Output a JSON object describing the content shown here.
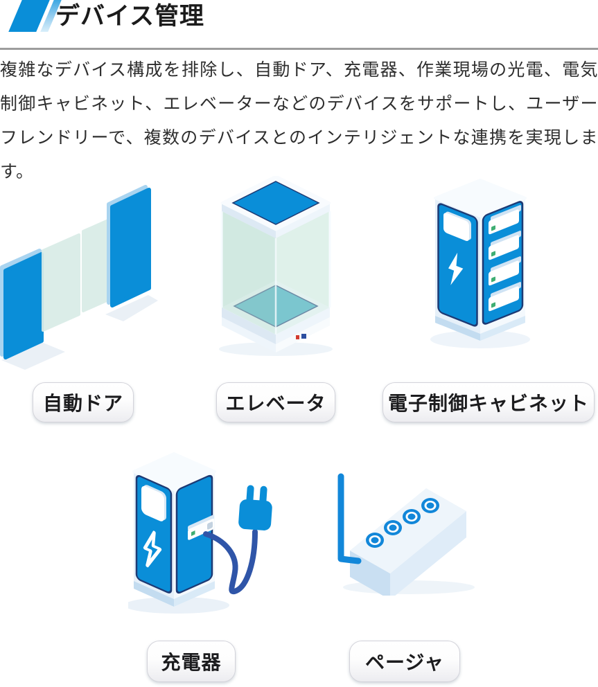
{
  "header": {
    "title": "デバイス管理"
  },
  "intro": {
    "text": "複雑なデバイス構成を排除し、自動ドア、充電器、作業現場の光電、電気制御キャビネット、エレベーターなどのデバイスをサポートし、ユーザーフレンドリーで、複数のデバイスとのインテリジェントな連携を実現します。"
  },
  "devices": [
    {
      "id": "auto-door",
      "label": "自動ドア",
      "icon": "auto-door-icon"
    },
    {
      "id": "elevator",
      "label": "エレベータ",
      "icon": "elevator-icon"
    },
    {
      "id": "control-cabinet",
      "label": "電子制御キャビネット",
      "icon": "control-cabinet-icon"
    },
    {
      "id": "charger",
      "label": "充電器",
      "icon": "charger-icon"
    },
    {
      "id": "pager",
      "label": "ページャ",
      "icon": "pager-icon"
    }
  ],
  "colors": {
    "primary_blue": "#0a8ed8",
    "navy": "#1d3a74",
    "cable_blue": "#2f55a8",
    "glass_green": "#d9ece7",
    "floor_teal": "#3aa9c2",
    "indicator_green": "#3fae73",
    "title_text": "#1b1b1b",
    "body_text": "#2e2e2e",
    "divider_gray": "#9c9c9c",
    "pill_border": "#d3d3da"
  }
}
